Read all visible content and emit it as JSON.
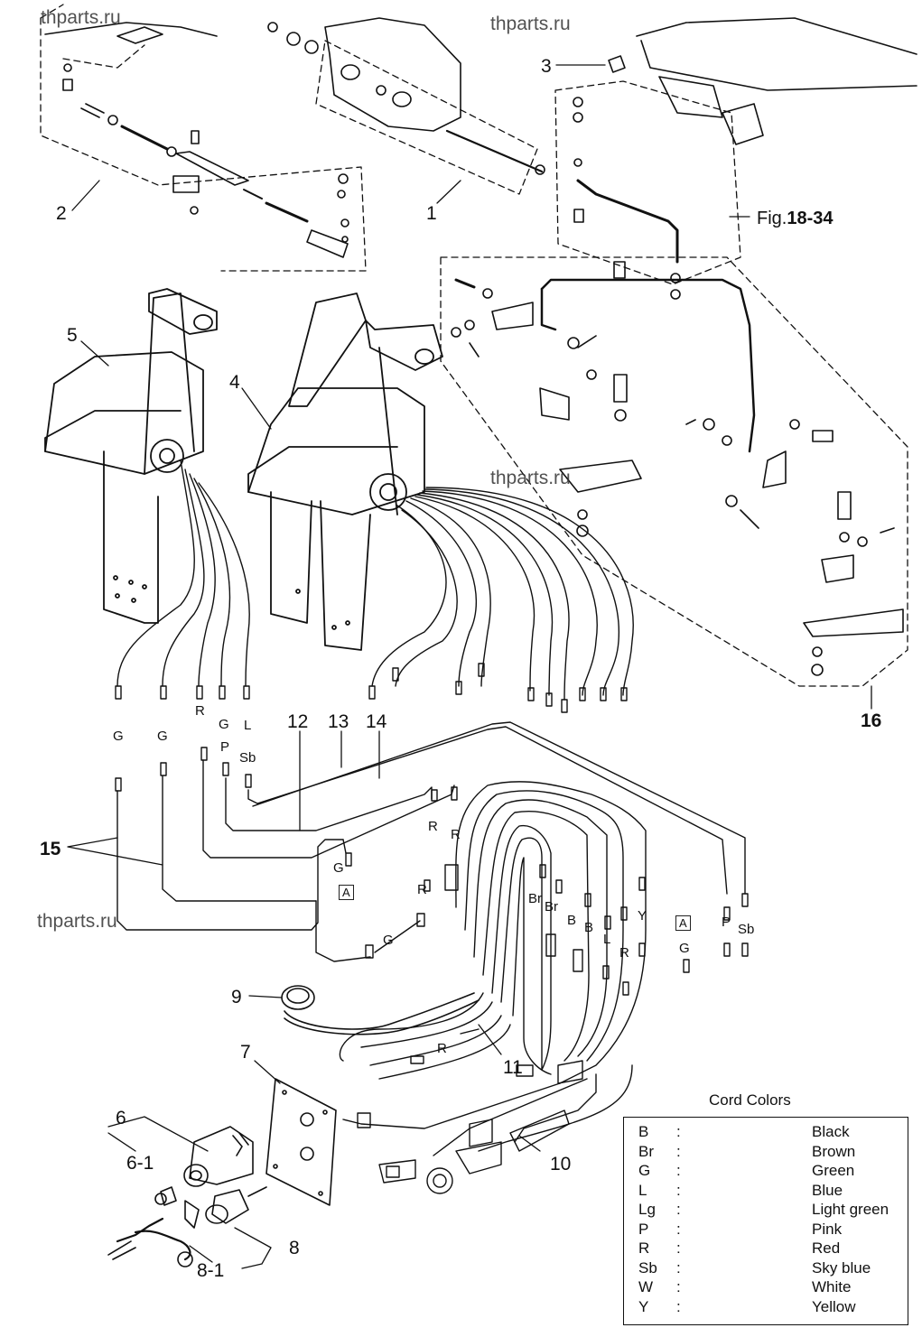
{
  "watermarks": [
    "thparts.ru",
    "thparts.ru",
    "thparts.ru",
    "thparts.ru"
  ],
  "figure_reference": {
    "prefix": "Fig.",
    "number": "18-34"
  },
  "part_numbers": {
    "p1": "1",
    "p2": "2",
    "p3": "3",
    "p4": "4",
    "p5": "5",
    "p6": "6",
    "p6_1": "6-1",
    "p7": "7",
    "p8": "8",
    "p8_1": "8-1",
    "p9": "9",
    "p10": "10",
    "p11": "11",
    "p12": "12",
    "p13": "13",
    "p14": "14",
    "p15": "15",
    "p16": "16"
  },
  "wire_labels": {
    "g1": "G",
    "g2": "G",
    "r1": "R",
    "g3": "G",
    "p1": "P",
    "l1": "L",
    "sb1": "Sb",
    "r2": "R",
    "r3": "R",
    "g4": "G",
    "box_a1": "A",
    "r4": "R",
    "g5": "G",
    "br1": "Br",
    "br2": "Br",
    "b1": "B",
    "b2": "B",
    "l2": "L",
    "r5": "R",
    "y1": "Y",
    "box_a2": "A",
    "g6": "G",
    "p2": "P",
    "sb2": "Sb",
    "r6": "R"
  },
  "legend": {
    "title": "Cord Colors",
    "rows": [
      {
        "code": "B",
        "name": "Black"
      },
      {
        "code": "Br",
        "name": "Brown"
      },
      {
        "code": "G",
        "name": "Green"
      },
      {
        "code": "L",
        "name": "Blue"
      },
      {
        "code": "Lg",
        "name": "Light green"
      },
      {
        "code": "P",
        "name": "Pink"
      },
      {
        "code": "R",
        "name": "Red"
      },
      {
        "code": "Sb",
        "name": "Sky blue"
      },
      {
        "code": "W",
        "name": "White"
      },
      {
        "code": "Y",
        "name": "Yellow"
      }
    ],
    "separator": ":"
  },
  "colors": {
    "ink": "#111111",
    "background": "#ffffff"
  }
}
